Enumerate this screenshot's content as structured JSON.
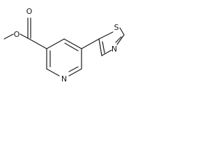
{
  "molecule": {
    "atoms": [
      {
        "id": "O_carbonyl",
        "label": "O"
      },
      {
        "id": "O_ester",
        "label": "O"
      },
      {
        "id": "N_pyridine",
        "label": "N"
      },
      {
        "id": "S_thiazole",
        "label": "S"
      },
      {
        "id": "N_thiazole",
        "label": "N"
      }
    ]
  }
}
